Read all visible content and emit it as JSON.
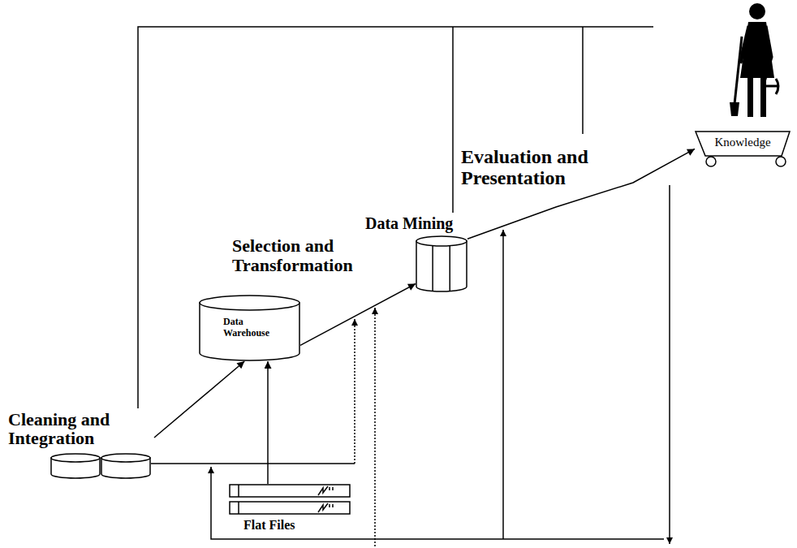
{
  "diagram": {
    "nodes": [
      {
        "text": [
          "Cleaning and Integration"
        ]
      },
      {
        "text": [
          "Data Warehouse"
        ]
      },
      {
        "text": [
          "Data Mining"
        ]
      },
      {
        "text": [
          "Knowledge"
        ]
      },
      {
        "text": [
          "Flat Files"
        ]
      }
    ],
    "edges": [
      {
        "from": 0,
        "to": 1,
        "arrow": "to"
      },
      {
        "from": 1,
        "to": 2,
        "label": "Selection and Transformation",
        "arrow": "to"
      },
      {
        "from": 2,
        "to": 3,
        "label": "Evaluation and Presentation",
        "arrow": "to"
      },
      {
        "from": 4,
        "to": 1,
        "arrow": "to"
      }
    ]
  }
}
